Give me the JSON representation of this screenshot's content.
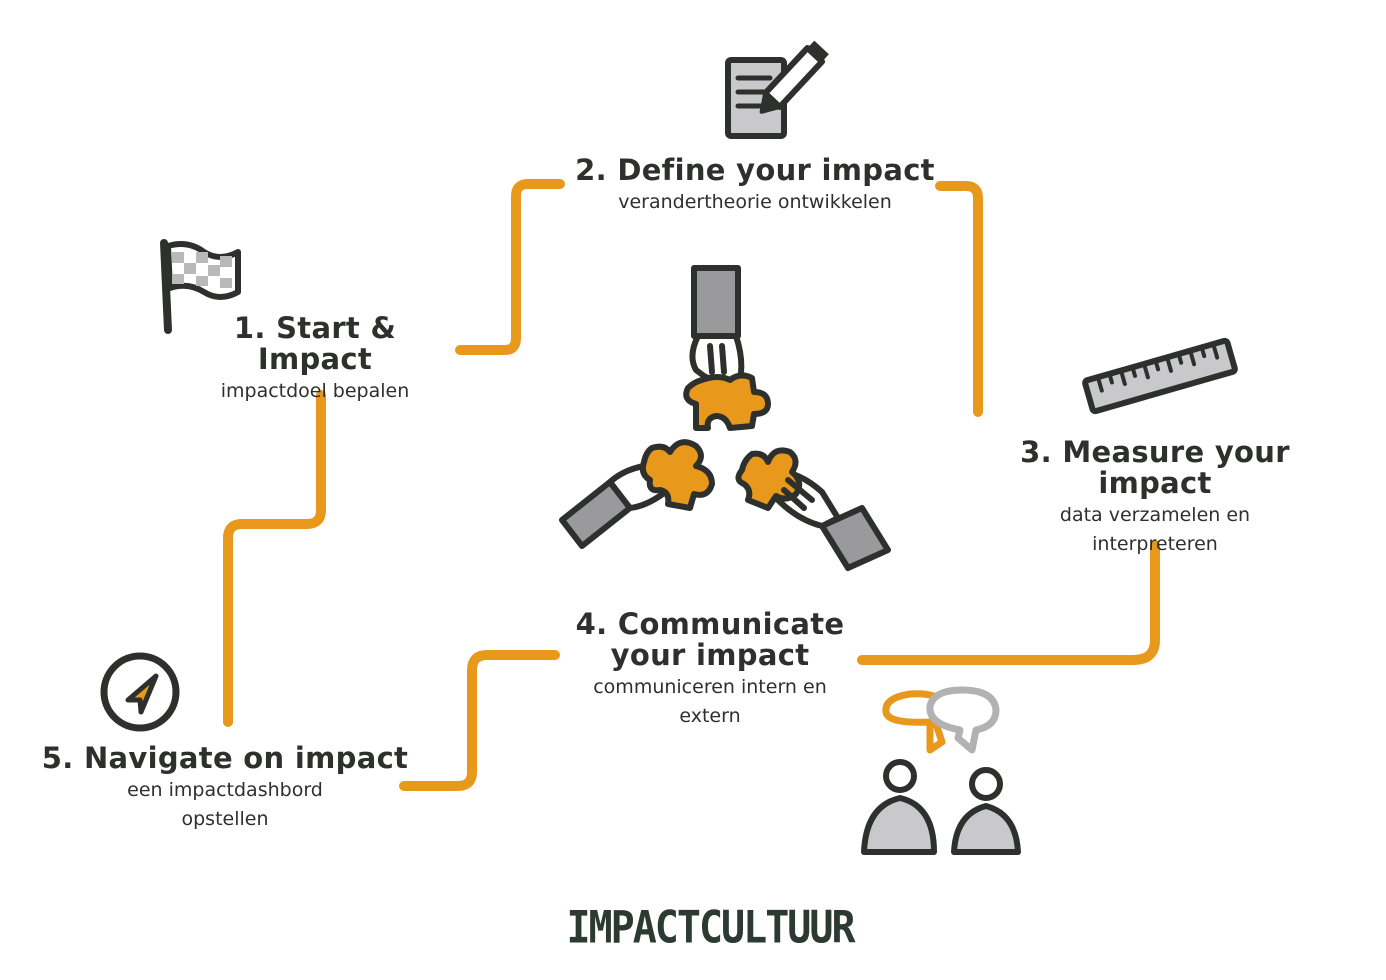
{
  "steps": [
    {
      "title": "1. Start & Impact",
      "subtitle": "impactdoel bepalen"
    },
    {
      "title": "2. Define your impact",
      "subtitle": "verandertheorie ontwikkelen"
    },
    {
      "title": "3. Measure your impact",
      "subtitle_line1": "data verzamelen en",
      "subtitle_line2": "interpreteren"
    },
    {
      "title_line1": "4. Communicate",
      "title_line2": "your impact",
      "subtitle_line1": "communiceren intern en",
      "subtitle_line2": "extern"
    },
    {
      "title": "5. Navigate on impact",
      "subtitle_line1": "een impactdashbord",
      "subtitle_line2": "opstellen"
    }
  ],
  "brand": "IMPACTCULTUUR",
  "icons": [
    "checkered-flag-icon",
    "notepad-pencil-icon",
    "ruler-icon",
    "speech-bubbles-people-icon",
    "compass-icon",
    "puzzle-hands-icon"
  ],
  "colors": {
    "accent": "#E8991C",
    "ink": "#2E302E",
    "grey": "#9A9A9C",
    "light_grey": "#C9C9CB"
  }
}
